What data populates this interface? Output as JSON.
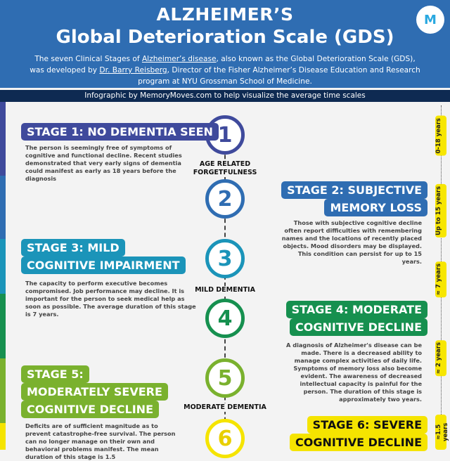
{
  "header": {
    "title_line1": "ALZHEIMER’S",
    "title_line2": "Global Deterioration Scale (GDS)",
    "subtitle_pre": "The seven Clinical Stages of ",
    "subtitle_link1": "Alzheimer’s disease",
    "subtitle_mid": ", also known as the Global Deterioration Scale (GDS), was developed by ",
    "subtitle_link2": "Dr. Barry Reisberg",
    "subtitle_post": ", Director of the Fisher Alzheimer’s Disease Education and Research program at NYU Grossman School of Medicine.",
    "logo": "M"
  },
  "banner": "Infographic by MemoryMoves.com to help visualize the average time scales",
  "colors": {
    "stage1": "#3f4a9c",
    "stage2": "#2f6db2",
    "stage3": "#1b94b9",
    "stage4": "#16904f",
    "stage5": "#7ab12e",
    "stage6": "#f5e400"
  },
  "phases": {
    "p1": "AGE RELATED FORGETFULNESS",
    "p2": "MILD DEMENTIA",
    "p3": "MODERATE DEMENTIA"
  },
  "stages": [
    {
      "num": "1",
      "title1": "STAGE 1: NO DEMENTIA SEEN",
      "desc": "The person is seemingly free of symptoms of cognitive and functional decline. Recent studies demonstrated that very early signs of dementia could manifest as early as 18 years before the diagnosis",
      "duration": "0-18 years"
    },
    {
      "num": "2",
      "title1": "STAGE 2: SUBJECTIVE",
      "title2": "MEMORY LOSS",
      "desc": "Those with subjective cognitive decline often report difficulties with remembering names and the locations of recently placed objects. Mood disorders may be displayed. This condition can persist for up to 15 years.",
      "duration": "Up to 15 years"
    },
    {
      "num": "3",
      "title1": "STAGE 3: MILD",
      "title2": "COGNITIVE IMPAIRMENT",
      "desc": "The capacity to perform executive becomes compromised. Job performance may decline. It is important for the person to seek medical help as soon as possible. The average duration of this stage is 7 years.",
      "duration": "≈ 7 years"
    },
    {
      "num": "4",
      "title1": "STAGE 4: MODERATE",
      "title2": "COGNITIVE DECLINE",
      "desc": "A diagnosis of Alzheimer's disease can be made. There is a decreased ability to manage complex activities of daily life. Symptoms of memory loss also become evident. The awareness of decreased intellectual capacity is painful for the person. The duration of this stage is approximately two years.",
      "duration": "≈ 2 years"
    },
    {
      "num": "5",
      "title1": "STAGE 5:",
      "title2": "MODERATELY SEVERE",
      "title3": "COGNITIVE DECLINE",
      "desc": "Deficits are of sufficient magnitude as to prevent catastrophe-free survival. The person can no longer manage on their own and behavioral problems manifest. The mean duration of this stage is 1.5",
      "duration": "≈1.5 years"
    },
    {
      "num": "6",
      "title1": "STAGE 6: SEVERE",
      "title2": "COGNITIVE DECLINE"
    }
  ]
}
